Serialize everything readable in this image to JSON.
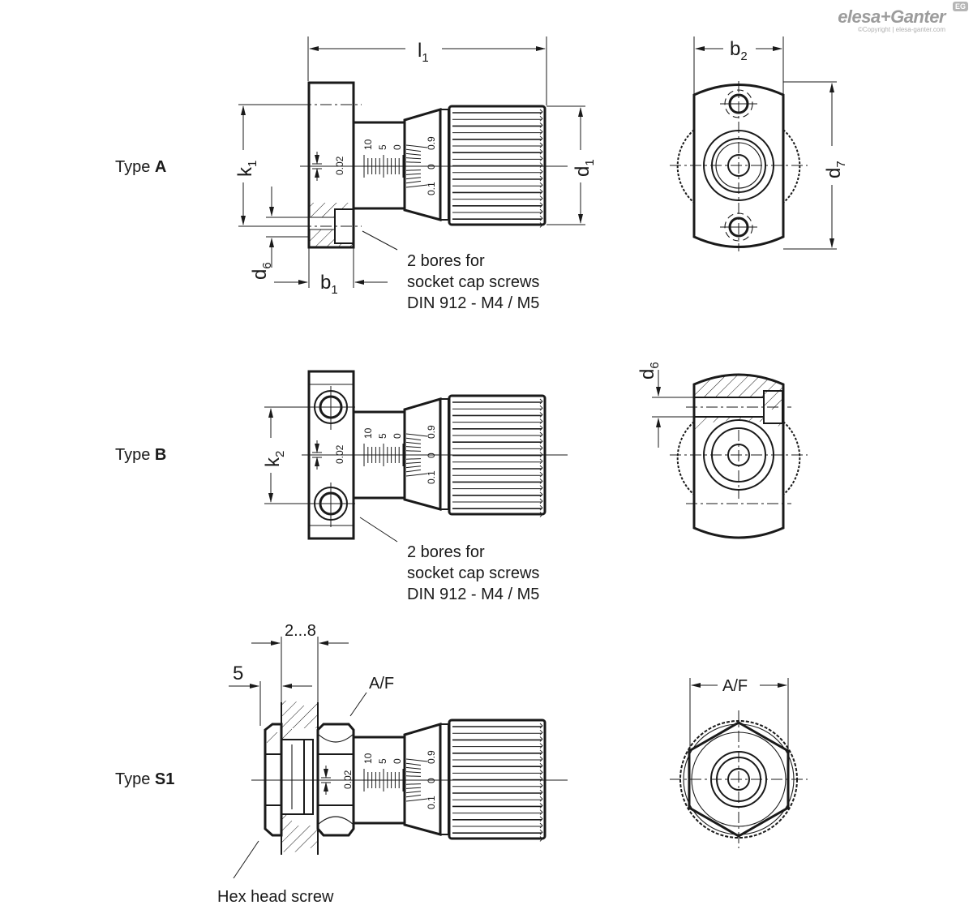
{
  "brand": {
    "name": "elesa+Ganter",
    "copyright": "©Copyright | elesa-ganter.com",
    "badge": "EG"
  },
  "types": [
    {
      "label_prefix": "Type",
      "label_code": "A"
    },
    {
      "label_prefix": "Type",
      "label_code": "B"
    },
    {
      "label_prefix": "Type",
      "label_code": "S1"
    }
  ],
  "dimensions": {
    "l": "l",
    "l_sub": "1",
    "k1": "k",
    "k1_sub": "1",
    "k2": "k",
    "k2_sub": "2",
    "d1": "d",
    "d1_sub": "1",
    "d6": "d",
    "d6_sub": "6",
    "d7": "d",
    "d7_sub": "7",
    "b1": "b",
    "b1_sub": "1",
    "b2": "b",
    "b2_sub": "2",
    "range": "2...8",
    "five": "5",
    "af": "A/F"
  },
  "scale": {
    "sleeve_major": [
      "10",
      "5",
      "0"
    ],
    "thimble": [
      "0.9",
      "0",
      "0.1"
    ],
    "resolution": "0.02"
  },
  "notes": {
    "bores_line1": "2 bores for",
    "bores_line2": "socket cap screws",
    "bores_line3": "DIN 912 - M4 / M5",
    "hex_head": "Hex head screw"
  }
}
